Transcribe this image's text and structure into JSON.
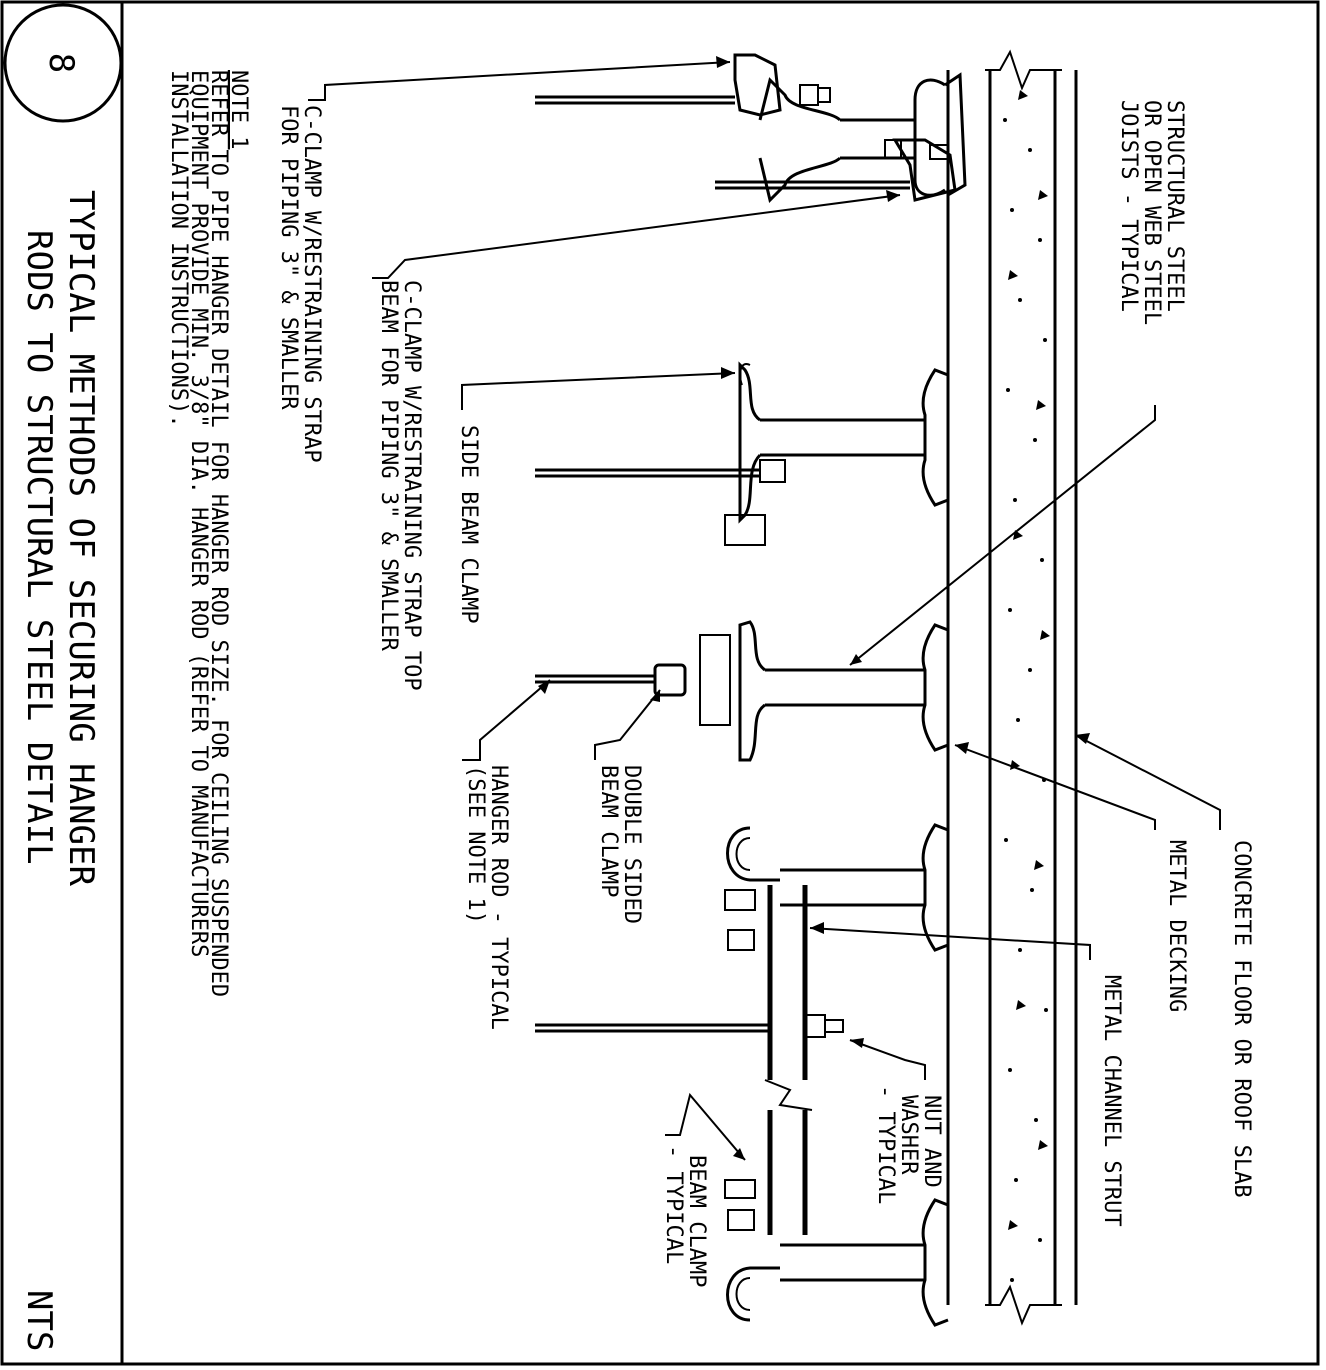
{
  "detail": {
    "number": "8",
    "scale": "NTS",
    "title_line1": "TYPICAL METHODS OF SECURING HANGER",
    "title_line2": "RODS TO STRUCTURAL STEEL DETAIL"
  },
  "note": {
    "heading": "NOTE 1",
    "line1": "REFER TO PIPE HANGER DETAIL FOR HANGER ROD SIZE. FOR CEILING SUSPENDED",
    "line2": "EQUIPMENT PROVIDE MIN. 3/8\" DIA. HANGER ROD (REFER TO MANUFACTURERS",
    "line3": "INSTALLATION INSTRUCTIONS)."
  },
  "labels": {
    "c_clamp_small_1": "C-CLAMP W/RESTRAINING STRAP",
    "c_clamp_small_2": "FOR PIPING 3\" & SMALLER",
    "c_clamp_top_1": "C-CLAMP W/RESTRAINING STRAP TOP",
    "c_clamp_top_2": "BEAM FOR PIPING 3\" & SMALLER",
    "side_beam_clamp": "SIDE BEAM CLAMP",
    "double_sided_1": "DOUBLE SIDED",
    "double_sided_2": "BEAM CLAMP",
    "hanger_rod_1": "HANGER ROD - TYPICAL",
    "hanger_rod_2": "(SEE NOTE 1)",
    "nut_washer_1": "NUT AND",
    "nut_washer_2": "WASHER",
    "nut_washer_3": "- TYPICAL",
    "beam_clamp_1": "BEAM CLAMP",
    "beam_clamp_2": "- TYPICAL",
    "structural_1": "STRUCTURAL STEEL",
    "structural_2": "OR OPEN WEB STEEL",
    "structural_3": "JOISTS - TYPICAL",
    "concrete": "CONCRETE FLOOR OR ROOF SLAB",
    "metal_decking": "METAL DECKING",
    "metal_channel": "METAL CHANNEL STRUT"
  }
}
